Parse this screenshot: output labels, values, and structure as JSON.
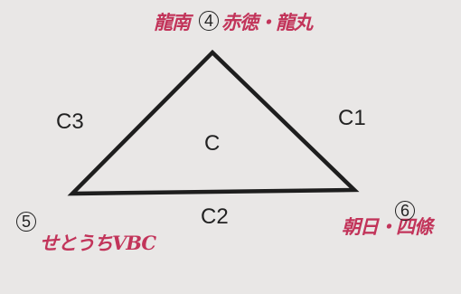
{
  "side_labels": {
    "c1": "C1",
    "c2": "C2",
    "c3": "C3",
    "center": "C"
  },
  "annotations": {
    "top": {
      "number": "4",
      "text_left": "龍南",
      "text_right": "赤徳・龍丸"
    },
    "bottom_left": {
      "number": "5",
      "text": "せとうちVBC"
    },
    "bottom_right": {
      "number": "6",
      "text": "朝日・四條"
    }
  },
  "colors": {
    "ink": "#1e1e1e",
    "handwriting": "#c2345a",
    "paper": "#e9e7e6"
  }
}
